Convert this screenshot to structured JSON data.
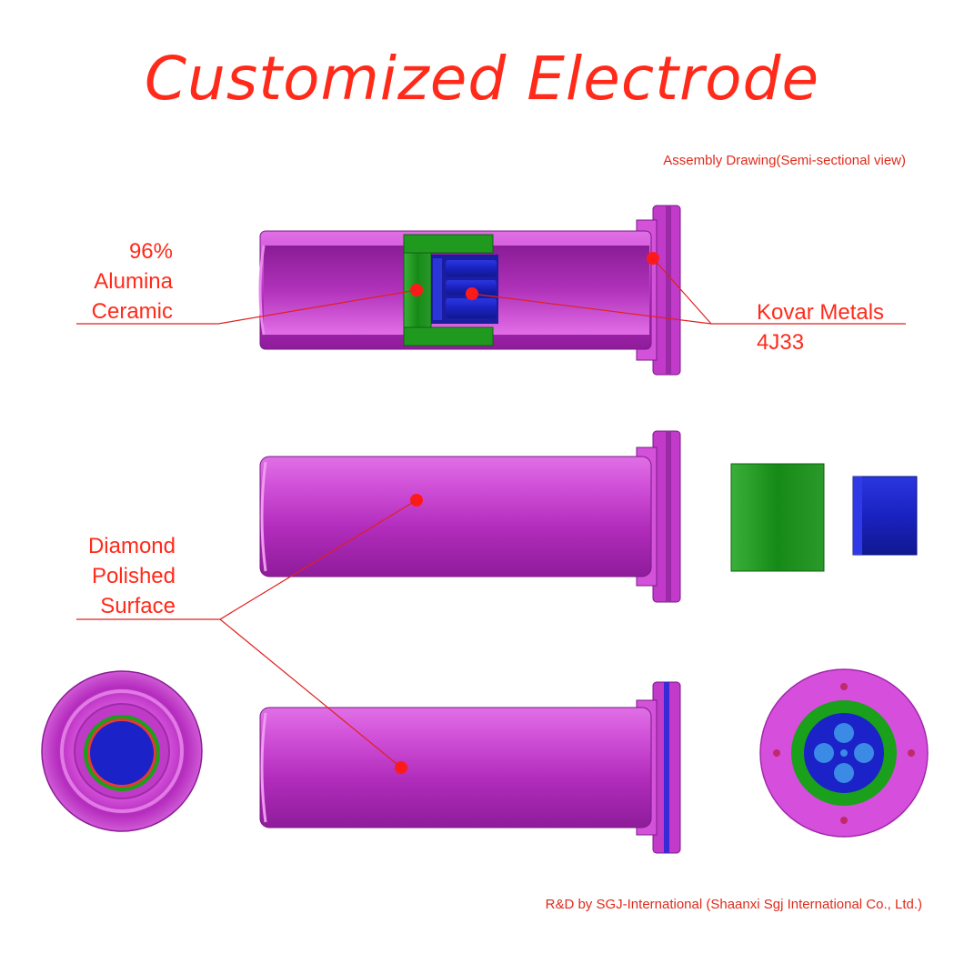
{
  "header": {
    "title": "Customized Electrode",
    "subtitle": "Assembly Drawing(Semi-sectional view)"
  },
  "callouts": {
    "alumina": {
      "lines": [
        "96%",
        "Alumina",
        "Ceramic"
      ]
    },
    "kovar": {
      "lines": [
        "Kovar Metals",
        "4J33"
      ]
    },
    "diamond": {
      "lines": [
        "Diamond",
        "Polished",
        "Surface"
      ]
    }
  },
  "footer": {
    "credit": "R&D by SGJ-International (Shaanxi Sgj International Co., Ltd.)"
  },
  "colors": {
    "accent_text": "#ff2a1a",
    "kovar_body": "#d63ad6",
    "ceramic": "#1fa01f",
    "inner_core": "#1a22c8",
    "marker_dot": "#ff1a1a"
  }
}
